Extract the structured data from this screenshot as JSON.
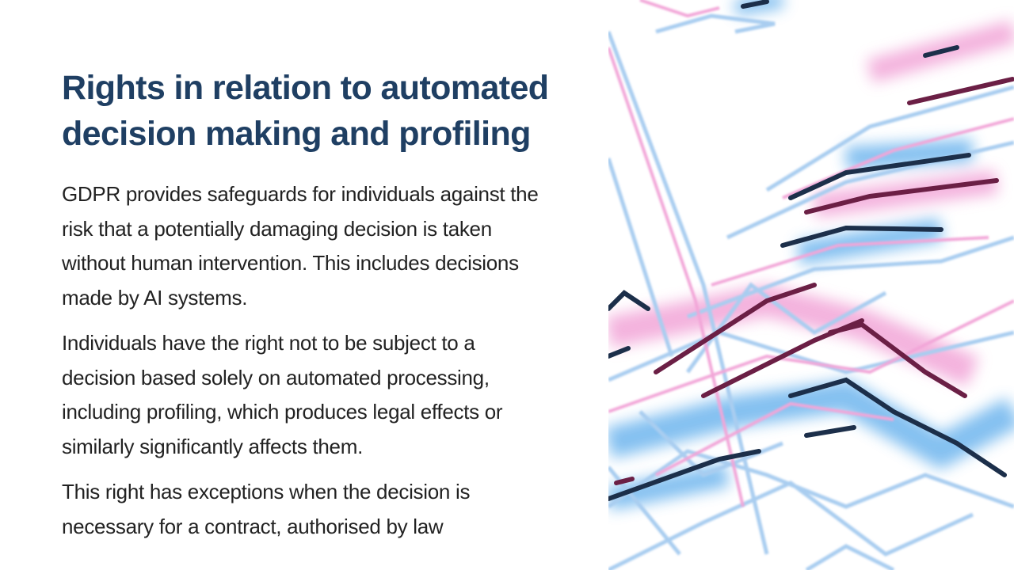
{
  "slide": {
    "title": "Rights in relation to automated decision making and profiling",
    "paragraphs": [
      "GDPR provides safeguards for individuals against the risk that a potentially damaging decision is taken without human intervention. This includes decisions made by AI systems.",
      "Individuals have the right not to be subject to a decision based solely on automated processing, including profiling, which produces legal effects or similarly significantly affects them.",
      "This right has exceptions when the decision is necessary for a contract, authorised by law"
    ]
  },
  "image": {
    "description": "abstract-neon-zigzag-lines",
    "colors": {
      "blue": "#6fb6ee",
      "light_blue": "#a9cdf0",
      "pink": "#f2a6d8",
      "magenta_dark": "#6b1f45",
      "navy": "#1c2f4a"
    }
  },
  "colors": {
    "heading": "#1f3f63",
    "body_text": "#222222",
    "background": "#ffffff"
  }
}
